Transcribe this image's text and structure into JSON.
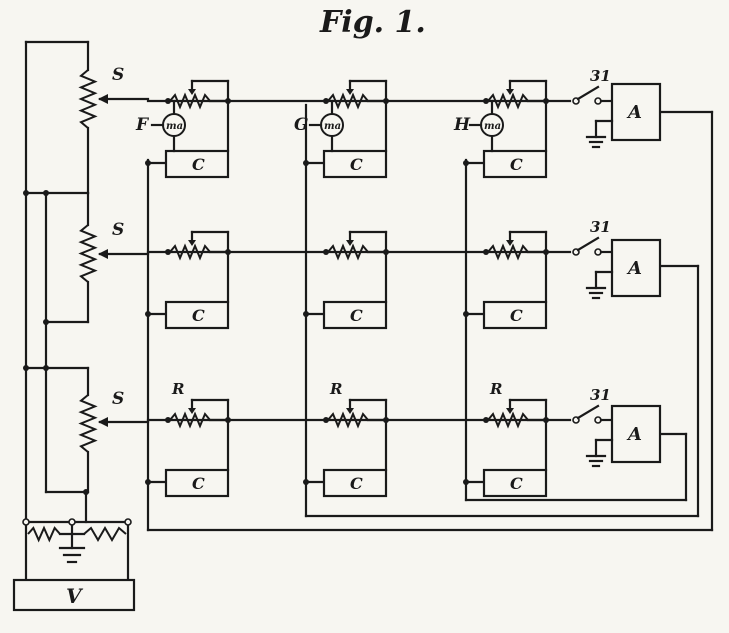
{
  "title": "Fig. 1.",
  "labels": {
    "S": "S",
    "C": "C",
    "A": "A",
    "V": "V",
    "R": "R",
    "F": "F",
    "G": "G",
    "H": "H",
    "ma": "ma",
    "switch_number": "31"
  }
}
